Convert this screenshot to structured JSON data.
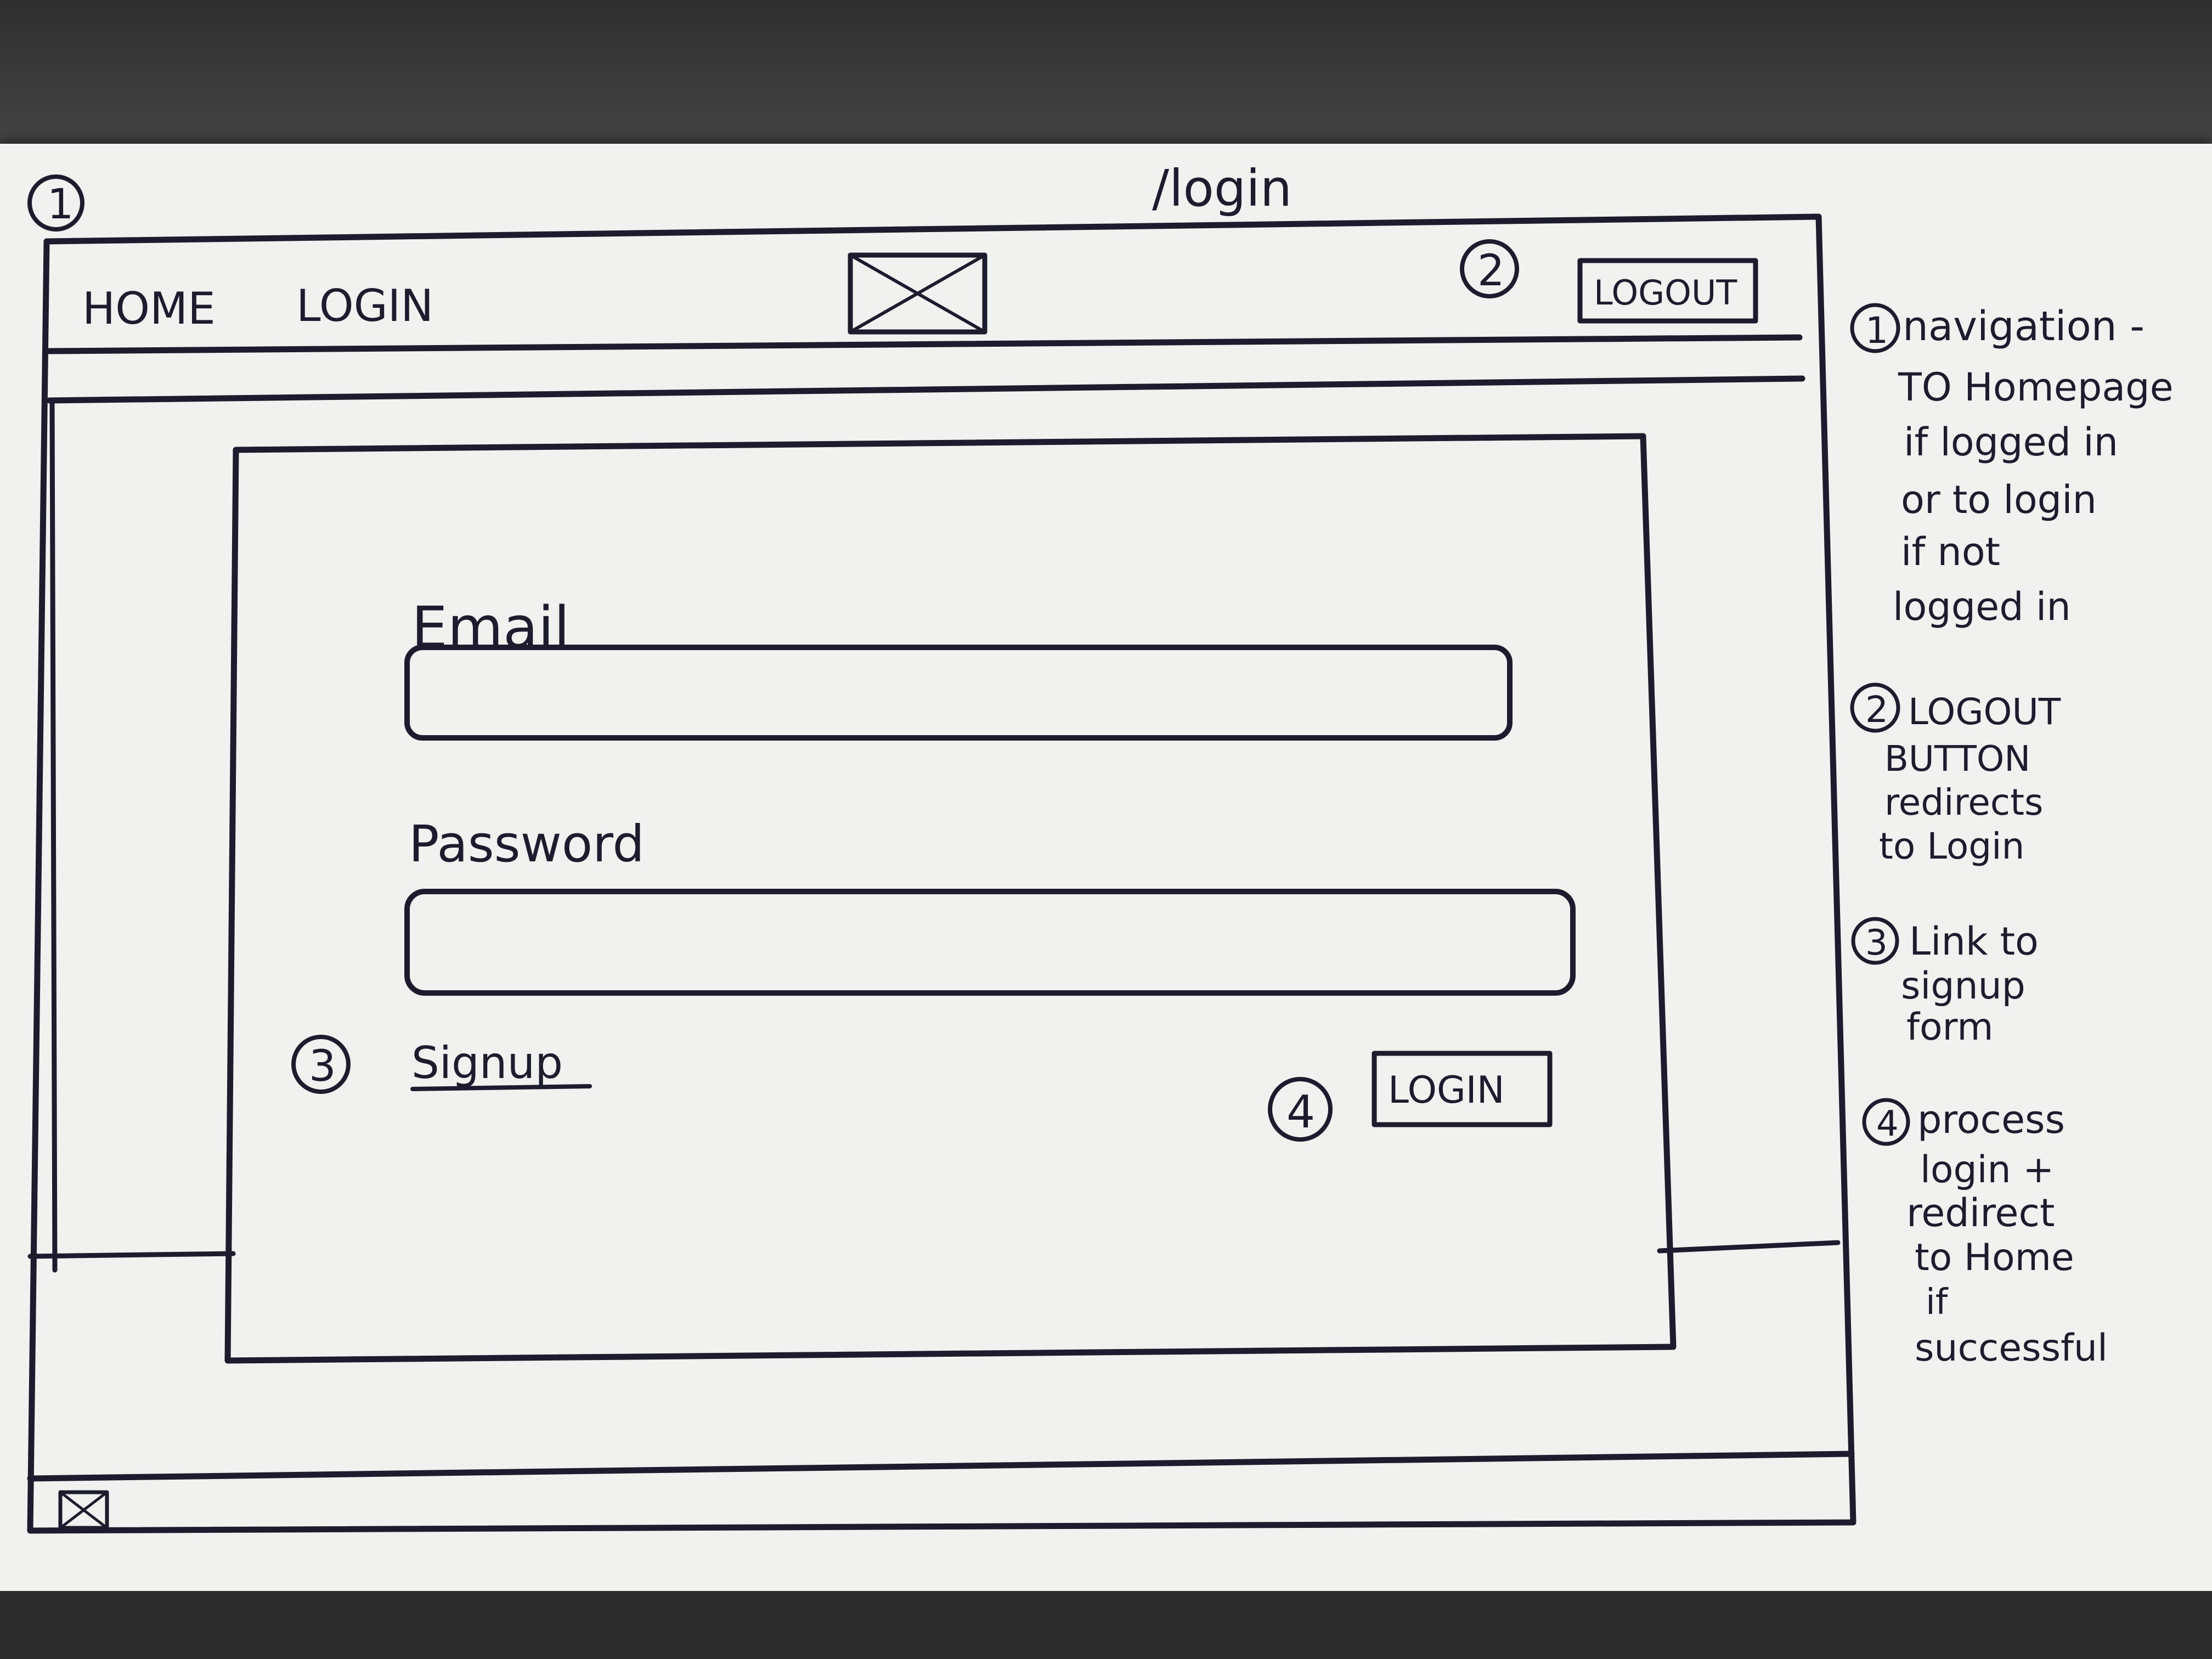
{
  "page_title": "/login",
  "annotation_markers": {
    "navigation": "1",
    "logout": "2",
    "signup": "3",
    "login": "4"
  },
  "navbar": {
    "home_label": "HOME",
    "login_label": "LOGIN",
    "logout_label": "LOGOUT"
  },
  "form": {
    "email_label": "Email",
    "email_value": "",
    "password_label": "Password",
    "password_value": "",
    "signup_link": "Signup",
    "login_button": "LOGIN"
  },
  "notes": [
    {
      "marker": "1",
      "lines": [
        "navigation -",
        "TO Homepage",
        "if logged in",
        "or to login",
        "if not",
        "logged in"
      ]
    },
    {
      "marker": "2",
      "lines": [
        "LOGOUT",
        "BUTTON",
        "redirects",
        "to Login"
      ]
    },
    {
      "marker": "3",
      "lines": [
        "Link to",
        "signup",
        "form"
      ]
    },
    {
      "marker": "4",
      "lines": [
        "process",
        "login +",
        "redirect",
        "to Home",
        "if",
        "successful"
      ]
    }
  ],
  "icons": {
    "logo": "image-placeholder-icon",
    "footer": "image-placeholder-icon"
  },
  "colors": {
    "ink": "#1c1c2e",
    "paper": "#f1f1ef",
    "desk": "#3a3a3a"
  }
}
